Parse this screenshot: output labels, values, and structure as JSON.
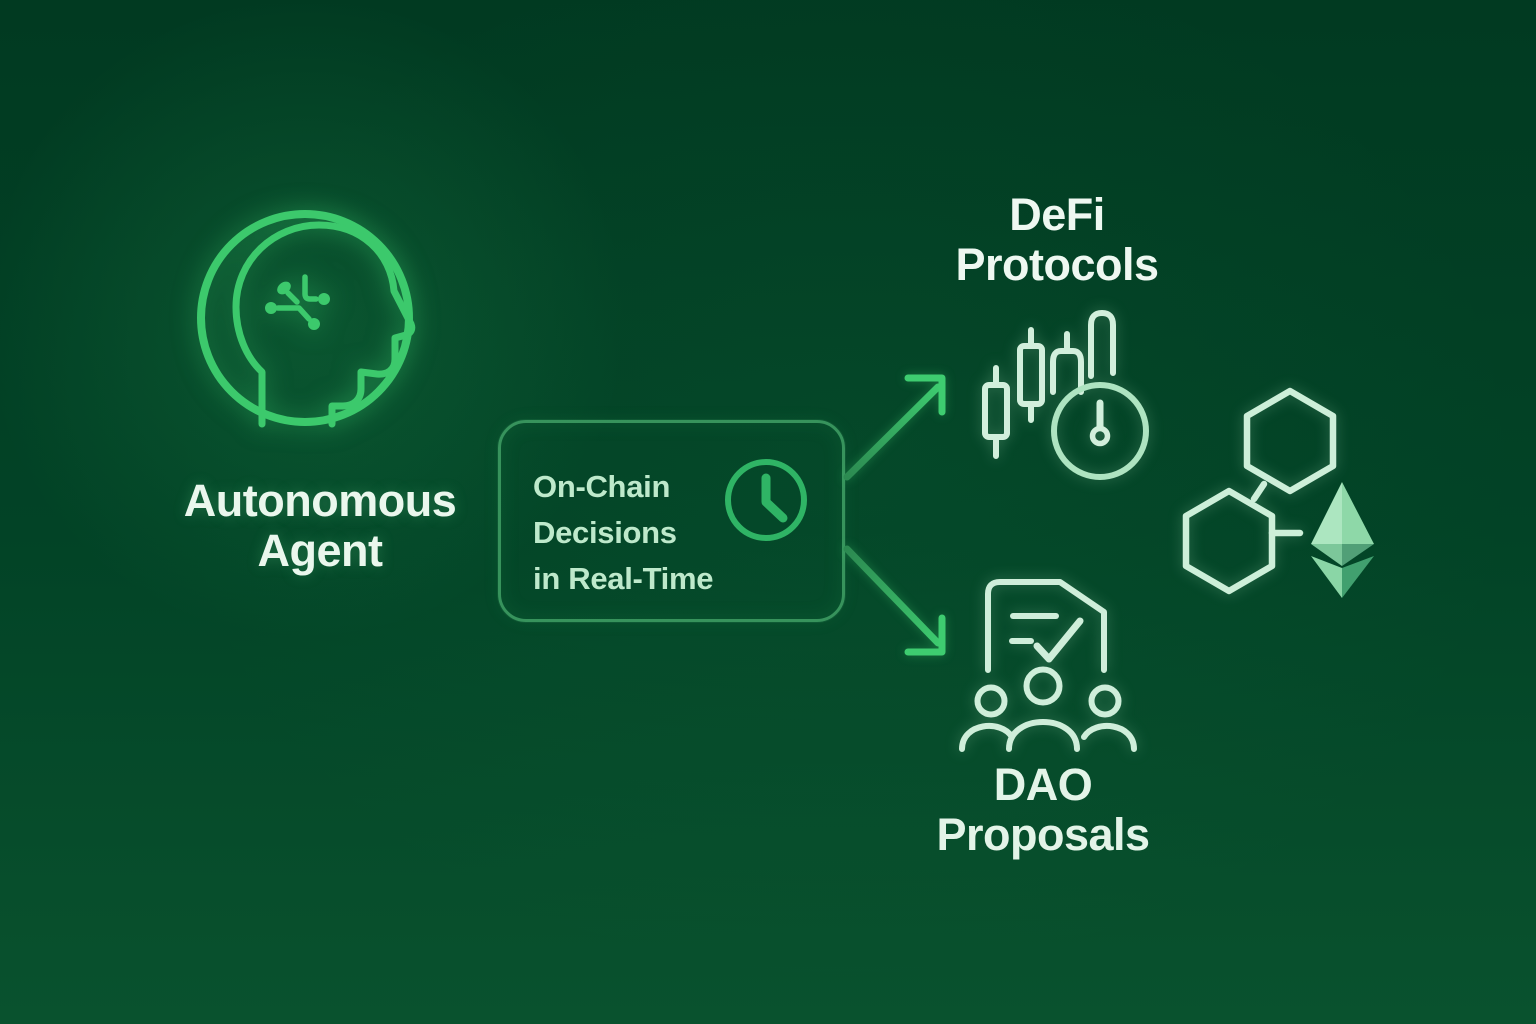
{
  "diagram_title": "autonomous-agent-on-chain-flow",
  "agent": {
    "label": [
      "Autonomous",
      "Agent"
    ],
    "icon": "brain-circuit-head-icon"
  },
  "decision_box": {
    "text_lines": [
      "On-Chain",
      "Decisions",
      "in Real-Time"
    ],
    "icon": "clock-icon"
  },
  "targets": {
    "defi": {
      "label": [
        "DeFi",
        "Protocols"
      ],
      "icon": "candlestick-chart-clock-icon"
    },
    "dao": {
      "label": [
        "DAO",
        "Proposals"
      ],
      "icon": "proposal-document-people-icon"
    }
  },
  "network": {
    "hex_icon": "hexagon-network-icon",
    "eth_icon": "ethereum-logo-icon"
  },
  "colors": {
    "background_top": "#013A21",
    "background_bottom": "#09522E",
    "accent_bright_green": "#3CC96E",
    "box_border_green": "#37935C",
    "clock_green": "#2FB465",
    "mint_stroke": "#CFEEDA",
    "text_primary": "#EAF7ED",
    "text_mint": "#BEE9CB",
    "eth_light": "#ACE6C0",
    "eth_dark": "#3E9E6D"
  }
}
